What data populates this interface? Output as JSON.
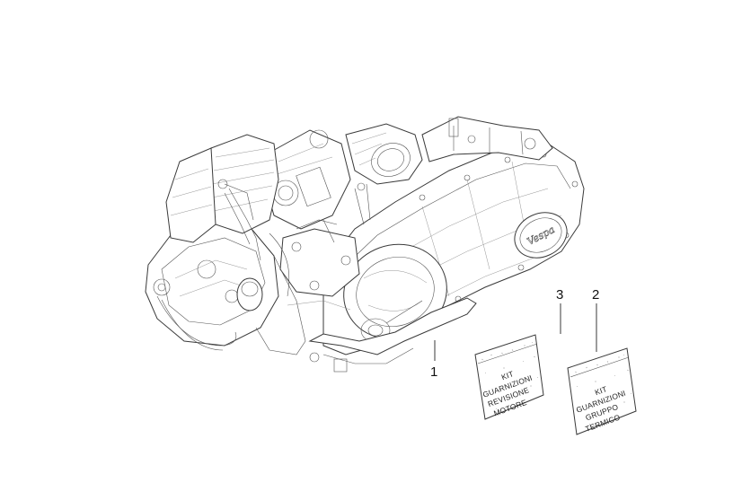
{
  "callouts": {
    "part1": "1",
    "part2": "2",
    "part3": "3"
  },
  "kit3": {
    "line1": "KIT",
    "line2": "GUARNIZIONI",
    "line3": "REVISIONE",
    "line4": "MOTORE"
  },
  "kit2": {
    "line1": "KIT",
    "line2": "GUARNIZIONI",
    "line3": "GRUPPO",
    "line4": "TERMICO"
  },
  "engine": {
    "logo_text": "Vespa"
  }
}
